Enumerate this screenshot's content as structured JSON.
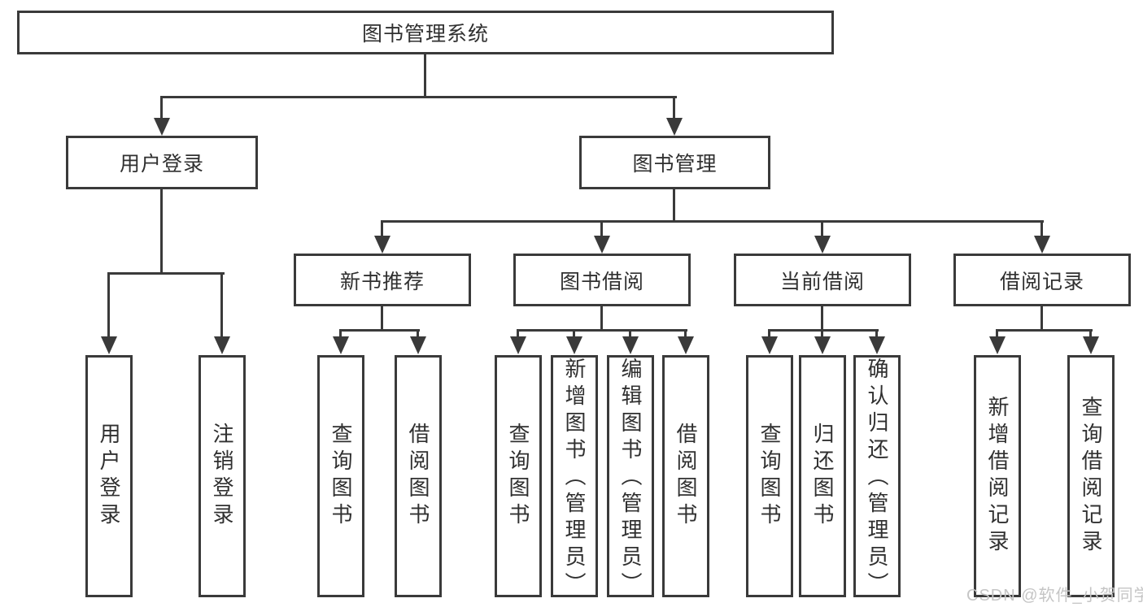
{
  "tree": {
    "root": {
      "label": "图书管理系统"
    },
    "branches": [
      {
        "label": "用户登录",
        "children": [
          {
            "label": "用户登录"
          },
          {
            "label": "注销登录"
          }
        ]
      },
      {
        "label": "图书管理",
        "groups": [
          {
            "label": "新书推荐",
            "children": [
              {
                "label": "查询图书"
              },
              {
                "label": "借阅图书"
              }
            ]
          },
          {
            "label": "图书借阅",
            "children": [
              {
                "label": "查询图书"
              },
              {
                "label": "新增图书（管理员）"
              },
              {
                "label": "编辑图书（管理员）"
              },
              {
                "label": "借阅图书"
              }
            ]
          },
          {
            "label": "当前借阅",
            "children": [
              {
                "label": "查询图书"
              },
              {
                "label": "归还图书"
              },
              {
                "label": "确认归还（管理员）"
              }
            ]
          },
          {
            "label": "借阅记录",
            "children": [
              {
                "label": "新增借阅记录"
              },
              {
                "label": "查询借阅记录"
              }
            ]
          }
        ]
      }
    ]
  },
  "watermark": {
    "text": "CSDN @软件_小贺同学"
  },
  "colors": {
    "line": "#3a3a3a",
    "text": "#303030",
    "background": "#ffffff",
    "watermark": "#c5c5c5"
  }
}
